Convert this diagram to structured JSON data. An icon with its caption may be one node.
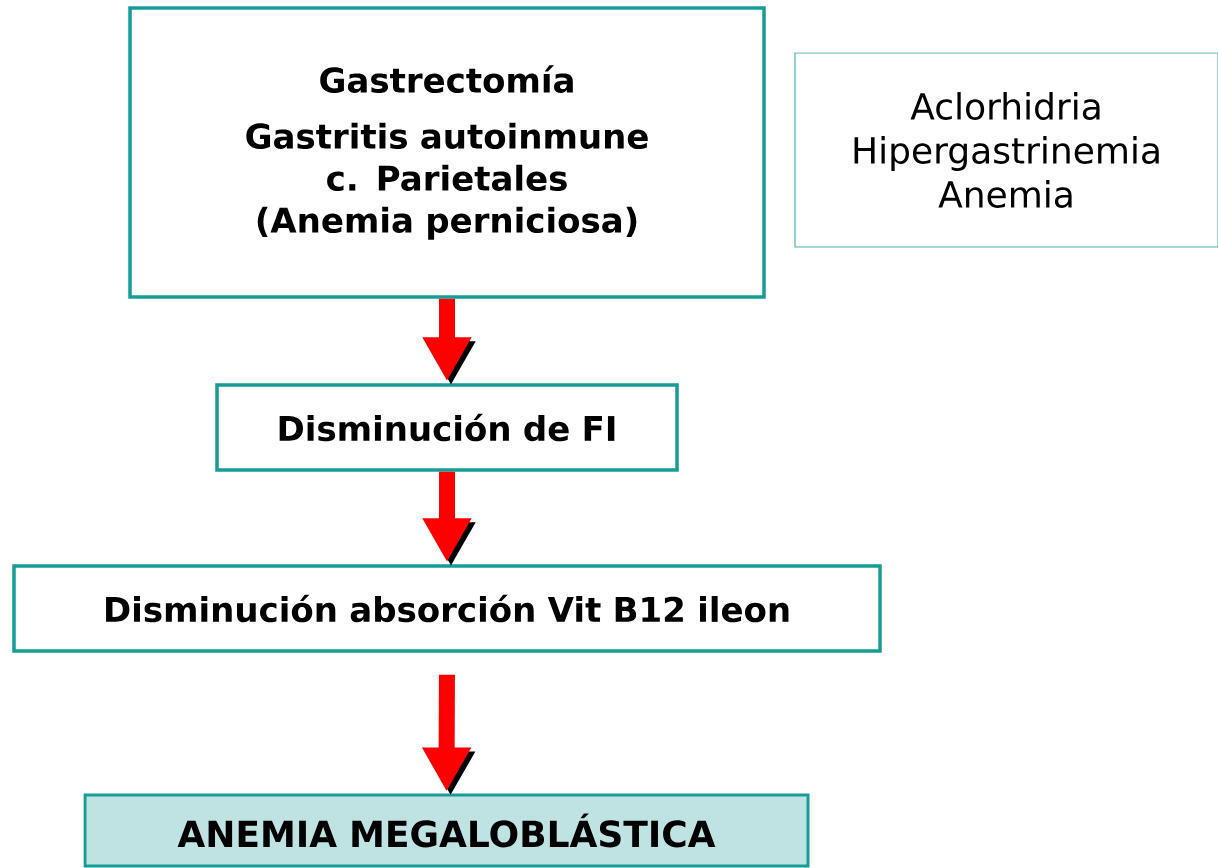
{
  "diagram": {
    "nodes": [
      {
        "text": [
          "Gastrectomía",
          "Gastritis autoinmune c. Parietales (Anemia perniciosa)"
        ]
      },
      {
        "text": [
          "Aclorhidria Hipergastrinemia Anemia"
        ]
      },
      {
        "text": [
          "Disminución de FI"
        ]
      },
      {
        "text": [
          "Disminución absorción Vit B12 ileon"
        ]
      },
      {
        "text": [
          "ANEMIA MEGALOBLÁSTICA"
        ]
      }
    ],
    "edges": [
      {
        "from": 0,
        "to": 2,
        "arrow": "to"
      },
      {
        "from": 2,
        "to": 3,
        "arrow": "to"
      },
      {
        "from": 3,
        "to": 4,
        "arrow": "to"
      }
    ]
  }
}
